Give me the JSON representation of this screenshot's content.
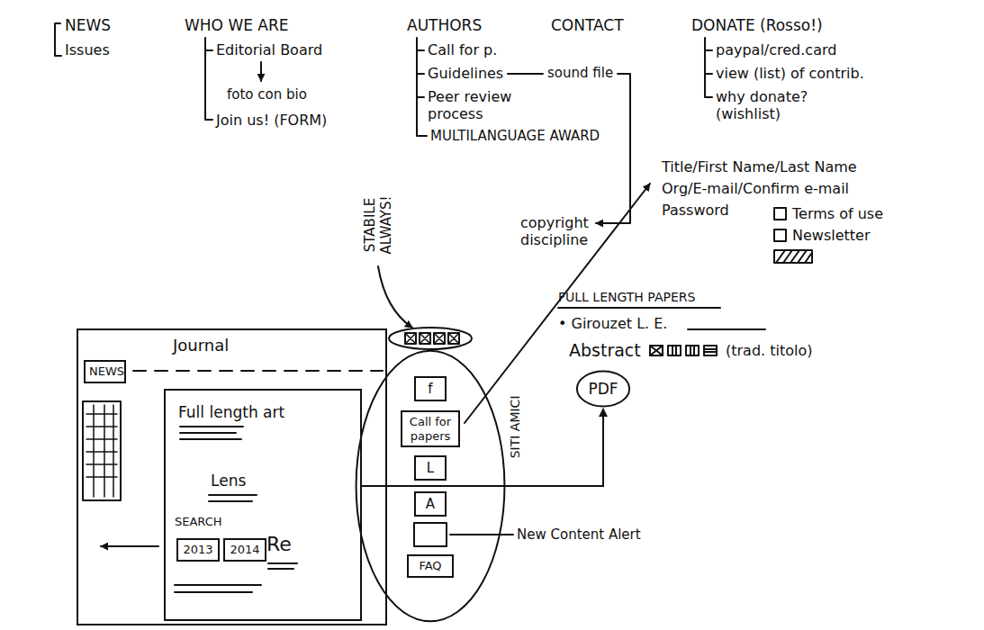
{
  "diagram": {
    "nodes": [
      {
        "text": [
          "Journal"
        ]
      },
      {
        "text": [
          "NEWS"
        ],
        "in": 0
      },
      {
        "text": [
          "Full length art",
          "Lens"
        ],
        "in": 0
      },
      {
        "text": [
          "2013"
        ],
        "in": 2
      },
      {
        "text": [
          "2014"
        ],
        "in": 2
      },
      {
        "text": [
          "SITI AMICI"
        ]
      },
      {
        "text": [
          "f"
        ],
        "in": 5
      },
      {
        "text": [
          "Call for papers"
        ],
        "in": 5
      },
      {
        "text": [
          "L"
        ],
        "in": 5
      },
      {
        "text": [
          "A"
        ],
        "in": 5
      },
      {
        "text": [
          "FAQ"
        ],
        "in": 5
      },
      {
        "text": [
          "PDF"
        ]
      }
    ],
    "edges": [
      {
        "from": 2,
        "to": 11,
        "arrow": "to"
      }
    ],
    "labels": [
      "NEWS",
      "Issues",
      "WHO WE ARE",
      "Editorial Board",
      "foto con bio",
      "Join us! (FORM)",
      "AUTHORS",
      "Call for p.",
      "Guidelines",
      "sound file",
      "Peer review process",
      "MULTILANGUAGE AWARD",
      "copyright discipline",
      "CONTACT",
      "DONATE (Rosso!)",
      "paypal/cred.card",
      "view (list) of contrib.",
      "why donate? (wishlist)",
      "STABILE ALWAYS!",
      "Title/First Name/Last Name",
      "Org/E-mail/Confirm e-mail",
      "Password",
      "Terms of use",
      "Newsletter",
      "FULL LENGTH PAPERS",
      "• Girouzet L. E.",
      "Abstract",
      "(trad. titolo)",
      "SEARCH",
      "Re",
      "New Content Alert"
    ]
  }
}
